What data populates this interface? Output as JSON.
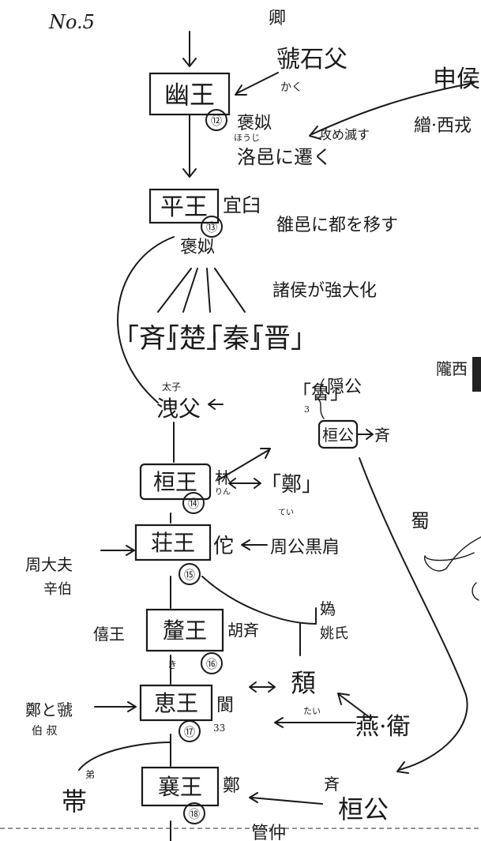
{
  "page": {
    "number": "No.5"
  },
  "kings": [
    {
      "key": "you",
      "name": "幽王",
      "num": "⑫"
    },
    {
      "key": "ping",
      "name": "平王",
      "num": "⑬"
    },
    {
      "key": "huan",
      "name": "桓王",
      "num": "⑭"
    },
    {
      "key": "zhuang",
      "name": "荘王",
      "num": "⑮"
    },
    {
      "key": "xi",
      "name": "釐王",
      "num": "⑯",
      "reading": "き"
    },
    {
      "key": "hui",
      "name": "恵王",
      "num": "⑰"
    },
    {
      "key": "xiang",
      "name": "襄王",
      "num": "⑱"
    }
  ],
  "notes": {
    "qing": "卿",
    "guo_shifu": "虢石父",
    "guo_reading": "かく",
    "shen_hou": "申侯",
    "zeng_xirong": "繒·西戎",
    "bao_si": "褒姒",
    "bao_reading": "ほうじ",
    "destroy": "攻め滅す",
    "move_luoyi": "洛邑に遷く",
    "yijiu": "宜臼",
    "capital": "雒邑に都を移す",
    "flag": "褒姒",
    "lords_rise": "諸侯が強大化",
    "states": [
      "「斉」",
      "「楚」",
      "「秦」",
      "「晋」"
    ],
    "taizi": "太子",
    "xiefu": "洩父",
    "lu": "「魯」",
    "lu_num": "3",
    "yin": "隠公",
    "huangong_lu": "桓公",
    "to_qi": "斉",
    "lin": "林",
    "lin_reading": "りん",
    "zheng": "「鄭」",
    "zheng_reading": "てい",
    "tuo": "佗",
    "zhougong": "周公黒肩",
    "zhou_dafu": "周大夫",
    "xinbo": "辛伯",
    "xi_wang": "僖王",
    "huqi": "胡斉",
    "wei": "媯",
    "yaoshi": "姚氏",
    "tui": "頽",
    "tui_reading": "たい",
    "lang": "閬",
    "lang_num": "33",
    "zheng_guo": "鄭と虢",
    "zheng_sub": "伯 叔",
    "yan_wei": "燕·衛",
    "di": "弟",
    "dai": "帯",
    "zheng2": "鄭",
    "qi": "斉",
    "huangong": "桓公",
    "guanzhong": "管仲",
    "longxi": "隴西",
    "shu": "蜀"
  }
}
